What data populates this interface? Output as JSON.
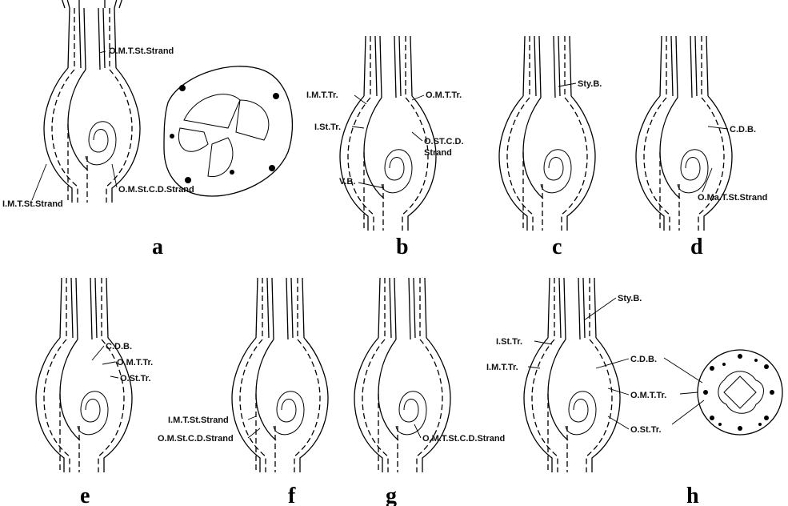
{
  "panels": {
    "a": {
      "letter": "a",
      "labels": {
        "top": "O.M.T.St.Strand",
        "left": "I.M.T.St.Strand",
        "right": "O.M.St.C.D.Strand"
      }
    },
    "b": {
      "letter": "b",
      "labels": {
        "imttr": "I.M.T.Tr.",
        "omttr": "O.M.T.Tr.",
        "isttr": "I.St.Tr.",
        "ostcd": "O.ST.C.D.",
        "strand": "Strand",
        "vb": "V.B."
      }
    },
    "c": {
      "letter": "c",
      "labels": {
        "styb": "Sty.B."
      }
    },
    "d": {
      "letter": "d",
      "labels": {
        "cdb": "C.D.B.",
        "omat": "O.Ma.T.St.Strand"
      }
    },
    "e": {
      "letter": "e",
      "labels": {
        "cdb": "C.D.B.",
        "omttr": "O.M.T.Tr.",
        "osttr": "O.St.Tr."
      }
    },
    "f": {
      "letter": "f",
      "labels": {
        "imtst": "I.M.T.St.Strand",
        "omstcd": "O.M.St.C.D.Strand"
      }
    },
    "g": {
      "letter": "g",
      "labels": {
        "omtstcd": "O.M.T.St.C.D.Strand"
      }
    },
    "h": {
      "letter": "h",
      "labels": {
        "styb": "Sty.B.",
        "isttr": "I.St.Tr.",
        "imttr": "I.M.T.Tr.",
        "cdb": "C.D.B.",
        "omttr": "O.M.T.Tr.",
        "osttr": "O.St.Tr."
      }
    }
  }
}
